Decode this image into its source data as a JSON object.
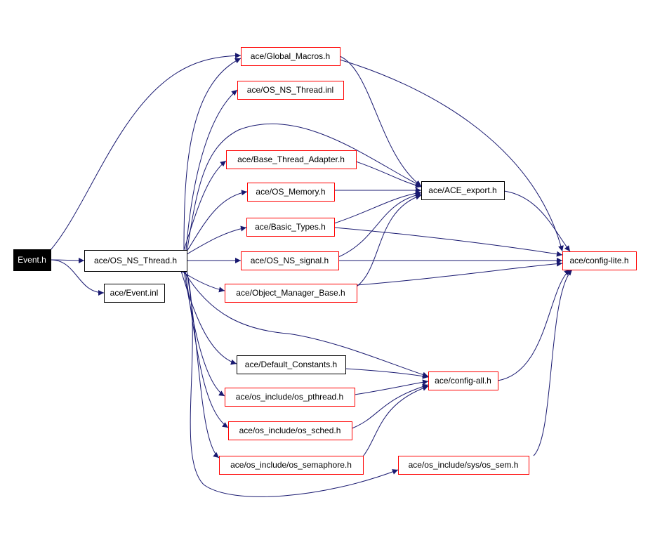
{
  "colors": {
    "edge": "#191970",
    "border_black": "#000000",
    "border_red": "#ff0000",
    "root_fill": "#000000",
    "root_text": "#ffffff"
  },
  "nodes": [
    {
      "id": "event_h",
      "label": "Event.h",
      "style": "root"
    },
    {
      "id": "os_ns_thread_h",
      "label": "ace/OS_NS_Thread.h",
      "style": "black"
    },
    {
      "id": "event_inl",
      "label": "ace/Event.inl",
      "style": "black"
    },
    {
      "id": "global_macros",
      "label": "ace/Global_Macros.h",
      "style": "red"
    },
    {
      "id": "os_ns_thread_inl",
      "label": "ace/OS_NS_Thread.inl",
      "style": "red"
    },
    {
      "id": "base_thread_adapter",
      "label": "ace/Base_Thread_Adapter.h",
      "style": "red"
    },
    {
      "id": "os_memory",
      "label": "ace/OS_Memory.h",
      "style": "red"
    },
    {
      "id": "basic_types",
      "label": "ace/Basic_Types.h",
      "style": "red"
    },
    {
      "id": "os_ns_signal",
      "label": "ace/OS_NS_signal.h",
      "style": "red"
    },
    {
      "id": "object_manager_base",
      "label": "ace/Object_Manager_Base.h",
      "style": "red"
    },
    {
      "id": "ace_export",
      "label": "ace/ACE_export.h",
      "style": "black"
    },
    {
      "id": "config_lite",
      "label": "ace/config-lite.h",
      "style": "red"
    },
    {
      "id": "default_constants",
      "label": "ace/Default_Constants.h",
      "style": "black"
    },
    {
      "id": "config_all",
      "label": "ace/config-all.h",
      "style": "red"
    },
    {
      "id": "os_pthread",
      "label": "ace/os_include/os_pthread.h",
      "style": "red"
    },
    {
      "id": "os_sched",
      "label": "ace/os_include/os_sched.h",
      "style": "red"
    },
    {
      "id": "os_semaphore",
      "label": "ace/os_include/os_semaphore.h",
      "style": "red"
    },
    {
      "id": "os_sem",
      "label": "ace/os_include/sys/os_sem.h",
      "style": "red"
    }
  ],
  "edges": [
    [
      "event_h",
      "os_ns_thread_h"
    ],
    [
      "event_h",
      "event_inl"
    ],
    [
      "event_h",
      "global_macros"
    ],
    [
      "os_ns_thread_h",
      "global_macros"
    ],
    [
      "os_ns_thread_h",
      "os_ns_thread_inl"
    ],
    [
      "os_ns_thread_h",
      "base_thread_adapter"
    ],
    [
      "os_ns_thread_h",
      "os_memory"
    ],
    [
      "os_ns_thread_h",
      "basic_types"
    ],
    [
      "os_ns_thread_h",
      "os_ns_signal"
    ],
    [
      "os_ns_thread_h",
      "object_manager_base"
    ],
    [
      "os_ns_thread_h",
      "ace_export"
    ],
    [
      "os_ns_thread_h",
      "config_all"
    ],
    [
      "os_ns_thread_h",
      "default_constants"
    ],
    [
      "os_ns_thread_h",
      "os_pthread"
    ],
    [
      "os_ns_thread_h",
      "os_sched"
    ],
    [
      "os_ns_thread_h",
      "os_semaphore"
    ],
    [
      "os_ns_thread_h",
      "os_sem"
    ],
    [
      "global_macros",
      "ace_export"
    ],
    [
      "global_macros",
      "config_lite"
    ],
    [
      "base_thread_adapter",
      "ace_export"
    ],
    [
      "os_memory",
      "ace_export"
    ],
    [
      "basic_types",
      "ace_export"
    ],
    [
      "basic_types",
      "config_lite"
    ],
    [
      "os_ns_signal",
      "ace_export"
    ],
    [
      "os_ns_signal",
      "config_lite"
    ],
    [
      "object_manager_base",
      "ace_export"
    ],
    [
      "object_manager_base",
      "config_lite"
    ],
    [
      "ace_export",
      "config_lite"
    ],
    [
      "default_constants",
      "config_all"
    ],
    [
      "os_pthread",
      "config_all"
    ],
    [
      "os_sched",
      "config_all"
    ],
    [
      "os_semaphore",
      "config_all"
    ],
    [
      "config_all",
      "config_lite"
    ],
    [
      "os_sem",
      "config_lite"
    ]
  ]
}
